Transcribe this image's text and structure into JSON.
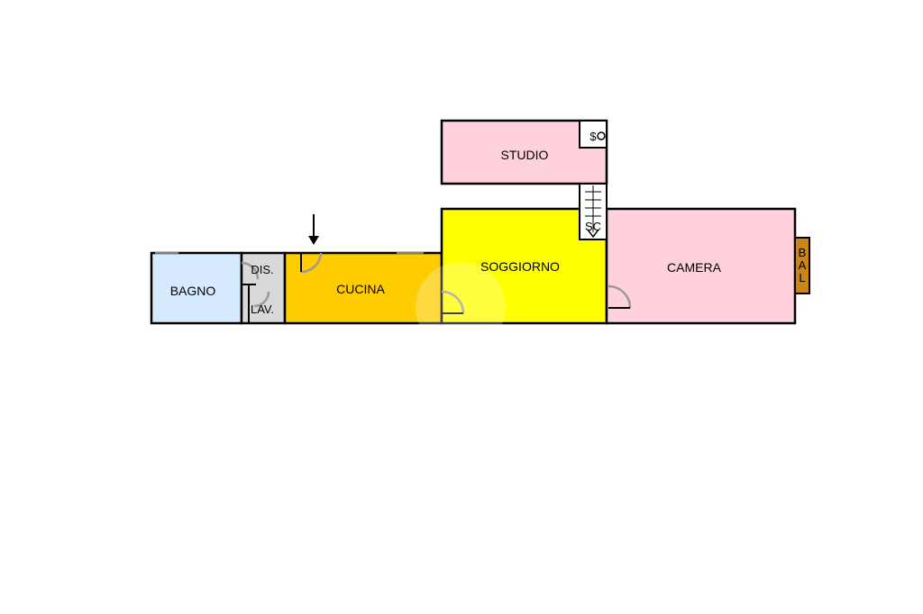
{
  "rooms": {
    "bagno": {
      "label": "BAGNO",
      "color": "#d6eafd"
    },
    "dis": {
      "label": "DIS.",
      "color": "#d9d9d9"
    },
    "lav": {
      "label": "LAV.",
      "color": "#d9d9d9"
    },
    "cucina": {
      "label": "CUCINA",
      "color": "#ffcc00"
    },
    "soggiorno": {
      "label": "SOGGIORNO",
      "color": "#ffff00"
    },
    "studio": {
      "label": "STUDIO",
      "color": "#ffd1dc"
    },
    "camera": {
      "label": "CAMERA",
      "color": "#ffd1dc"
    },
    "balcone": {
      "label": "BAL",
      "color": "#cc8414"
    }
  },
  "stairs": {
    "label": "SC"
  },
  "markers": {
    "shaft_label": "$"
  },
  "colors": {
    "wall": "#000000",
    "door_arc": "#9a9a9a",
    "background": "#ffffff"
  },
  "icons": {
    "entrance": "down-arrow-icon"
  }
}
